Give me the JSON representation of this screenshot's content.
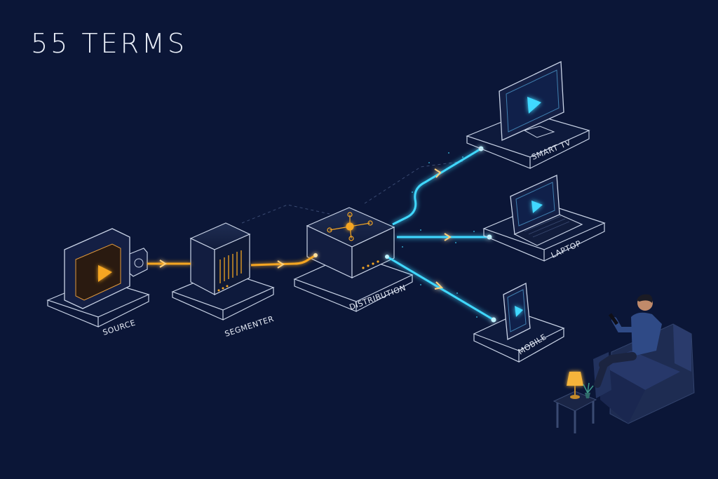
{
  "title": "55 TERMS",
  "nodes": {
    "source": {
      "label": "SOURCE"
    },
    "segmenter": {
      "label": "SEGMENTER"
    },
    "distribution": {
      "label": "DISTRIBUTION"
    },
    "smart_tv": {
      "label": "SMART TV"
    },
    "laptop": {
      "label": "LAPTOP"
    },
    "mobile": {
      "label": "MOBILE"
    }
  },
  "colors": {
    "background": "#0b1637",
    "ingest_flow": "#f5a623",
    "delivery_flow": "#3fd8ff",
    "outline": "#c9d3e6"
  }
}
